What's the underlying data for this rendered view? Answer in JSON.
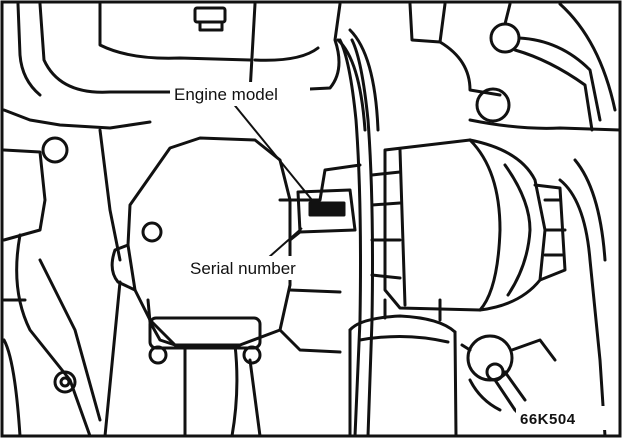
{
  "labels": {
    "engine_model": "Engine model",
    "serial_number": "Serial number",
    "figure_code": "66K504"
  },
  "colors": {
    "ink": "#111111",
    "paper": "#ffffff"
  }
}
